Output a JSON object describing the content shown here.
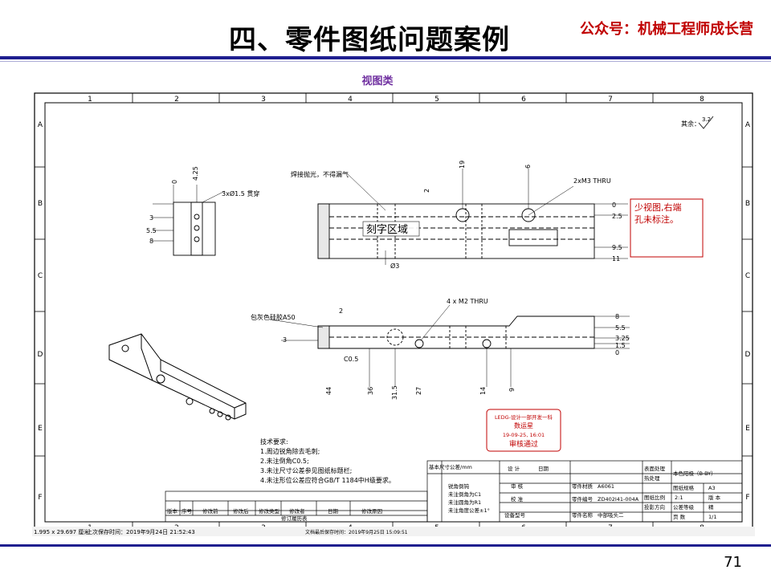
{
  "header": {
    "title": "四、零件图纸问题案例",
    "wechat": "公众号：机械工程师成长营",
    "subtitle": "视图类"
  },
  "page_number": "71",
  "drawing": {
    "col_labels": [
      "1",
      "2",
      "3",
      "4",
      "5",
      "6",
      "7",
      "8"
    ],
    "row_labels": [
      "A",
      "B",
      "C",
      "D",
      "E",
      "F"
    ],
    "roughness": "其余：",
    "roughness_value": "3.2",
    "top_view": {
      "dims_left": [
        "0",
        "3",
        "5.5",
        "8"
      ],
      "dim_top": "4.25",
      "hole_note": "3xØ1.5 贯穿",
      "weld_note": "焊接抛光，不得漏气",
      "dim_19": "19",
      "dim_6": "6",
      "dim_2": "2",
      "thread_note": "2xM3 THRU",
      "dims_right": [
        "0",
        "2.5",
        "9.5",
        "11"
      ],
      "engrave": "刻字区域",
      "dim_phi3": "Ø3"
    },
    "side_view": {
      "glue_note": "包灰色硅胶A50",
      "dim_2": "2",
      "thread_note": "4 x M2 THRU",
      "dim_left": "3",
      "chamfer": "C0.5",
      "dims_right": [
        "8",
        "5.5",
        "3.25",
        "1.5",
        "0"
      ],
      "dims_bottom": [
        "44",
        "36",
        "31.5",
        "27",
        "14",
        "9"
      ]
    },
    "review_note": "少视图,右端孔未标注。",
    "stamp": {
      "line1": "LEDG-设计一部开发一科",
      "line2": "数运星",
      "line3": "19-09-25, 16:01",
      "line4": "审核通过"
    },
    "tech_req": {
      "heading": "技术要求:",
      "items": [
        "1.周边锐角除去毛刺;",
        "2.未注倒角C0.5;",
        "3.未注尺寸公差参见图纸标题栏;",
        "4.未注形位公差应符合GB/T 1184中H级要求。"
      ]
    },
    "revision_block": {
      "headers": [
        "版本",
        "序号",
        "修改前",
        "修改后",
        "修改类型",
        "修改者",
        "日期",
        "修改原因"
      ],
      "footer": "修订履历表"
    },
    "title_block": {
      "design": "设 计",
      "date_col": "日期",
      "review": "审 核",
      "check": "校 准",
      "approve": "设备型号",
      "material_label": "零件材质",
      "material": "A6061",
      "part_no_label": "零件编号",
      "part_no": "ZD402I41-004A",
      "part_name_label": "零件名称",
      "part_name": "中部吸头二",
      "surface_label": "表面处理",
      "surface": "本色阳极（B-BY）",
      "heat_label": "热处理",
      "size_label": "图纸规格",
      "size": "A3",
      "scale_label": "图纸比例",
      "scale": "2:1",
      "proj_label": "投影方向",
      "tol_label": "公差等级",
      "tol": "精",
      "pages_label": "页 数",
      "pages": "1/1",
      "version_label": "版 本",
      "tolerance_title": "基本尺寸公差/mm",
      "notes": [
        "锐角倒钝",
        "未注倒角为C1",
        "未注圆角为R1",
        "未注角度公差±1°"
      ]
    },
    "status_bar": {
      "coords": "1.995 x 29.697 厘米",
      "created": "上次保存时间：2019年9月24日 21:52:43",
      "saved": "文档最后保存时间：2019年9月25日 15:09:51"
    }
  }
}
